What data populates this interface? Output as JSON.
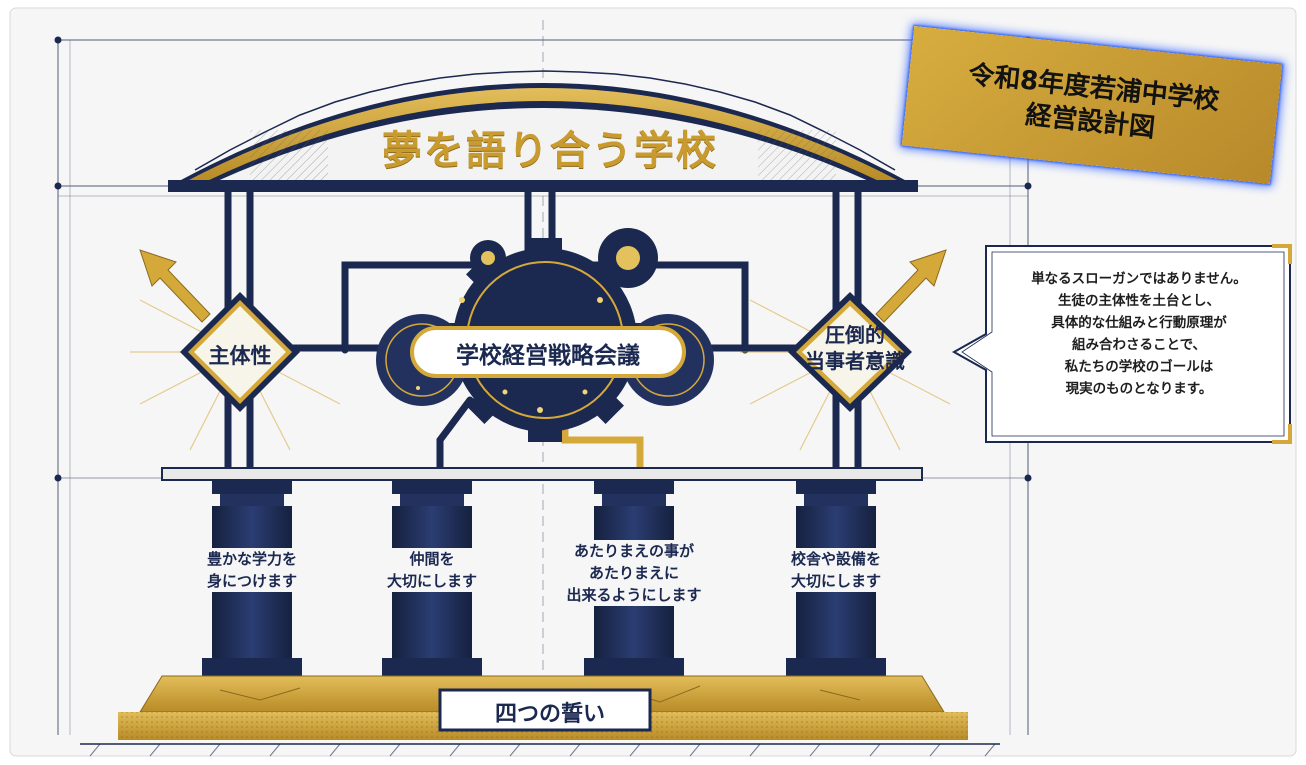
{
  "roof": {
    "title": "夢を語り合う学校"
  },
  "center": {
    "title": "学校経営戦略会議"
  },
  "left_value": {
    "label": "主体性"
  },
  "right_value": {
    "label_line1": "圧倒的",
    "label_line2": "当事者意識"
  },
  "banner": {
    "line1": "令和8年度若浦中学校",
    "line2": "経営設計図"
  },
  "callout": {
    "lines": [
      "単なるスローガンではありません。",
      "生徒の主体性を土台とし、",
      "具体的な仕組みと行動原理が",
      "組み合わさることで、",
      "私たちの学校のゴールは",
      "現実のものとなります。"
    ]
  },
  "pillars": [
    {
      "lines": [
        "豊かな学力を",
        "身につけます"
      ]
    },
    {
      "lines": [
        "仲間を",
        "大切にします"
      ]
    },
    {
      "lines": [
        "あたりまえの事が",
        "あたりまえに",
        "出来るようにします"
      ]
    },
    {
      "lines": [
        "校舎や設備を",
        "大切にします"
      ]
    }
  ],
  "base": {
    "title": "四つの誓い"
  },
  "colors": {
    "navy": "#1b2850",
    "gold": "#c99b2e",
    "background": "#f6f6f6"
  }
}
